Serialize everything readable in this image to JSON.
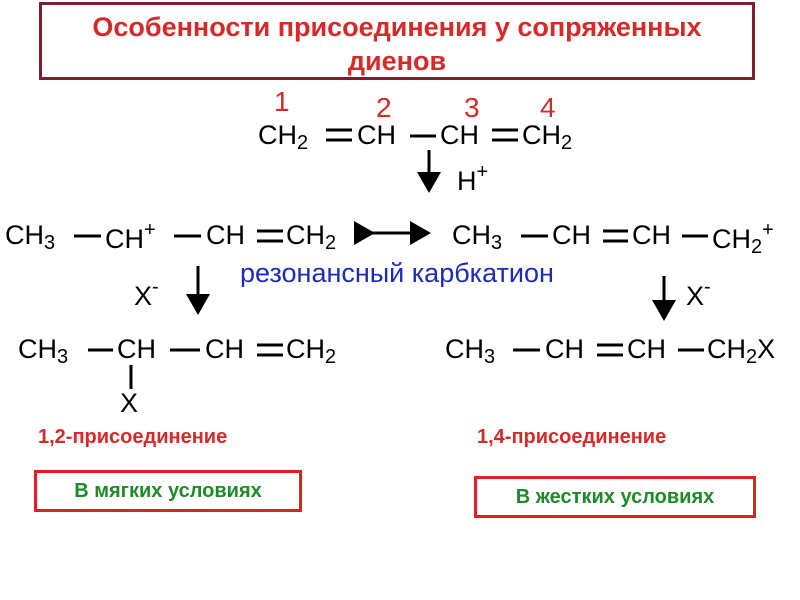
{
  "title": {
    "line1": "Особенности присоединения у сопряженных",
    "line2": "диенов"
  },
  "carbon_numbers": [
    "1",
    "2",
    "3",
    "4"
  ],
  "diene": {
    "c1": "CH",
    "c1_sub": "2",
    "c2": "CH",
    "c3": "CH",
    "c4": "CH",
    "c4_sub": "2"
  },
  "proton": {
    "symbol": "H",
    "charge": "+"
  },
  "cation_left": {
    "ch3": "CH",
    "ch3_sub": "3",
    "cplus": "CH",
    "charge": "+",
    "ch": "CH",
    "ch2": "CH",
    "ch2_sub": "2"
  },
  "cation_right": {
    "ch3": "CH",
    "ch3_sub": "3",
    "ch_a": "CH",
    "ch_b": "CH",
    "ch2plus": "CH",
    "ch2_sub": "2",
    "charge": "+"
  },
  "resonance_label": "резонансный карбкатион",
  "nucleophile": {
    "symbol": "X",
    "charge": "-"
  },
  "product_12": {
    "ch3": "CH",
    "ch3_sub": "3",
    "chx": "CH",
    "x": "X",
    "ch": "CH",
    "ch2": "CH",
    "ch2_sub": "2"
  },
  "product_14": {
    "ch3": "CH",
    "ch3_sub": "3",
    "ch_a": "CH",
    "ch_b": "CH",
    "ch2x": "CH",
    "ch2x_sub": "2",
    "ch2x_x": "X"
  },
  "label_12": "1,2-присоединение",
  "label_14": "1,4-присоединение",
  "condition_12": "В мягких условиях",
  "condition_14": "В жестких условиях",
  "colors": {
    "title_text": "#d62a2a",
    "title_border": "#7a1f2e",
    "resonance": "#1e2ab8",
    "condition_text": "#1e8a2a",
    "condition_border": "#e02020"
  }
}
